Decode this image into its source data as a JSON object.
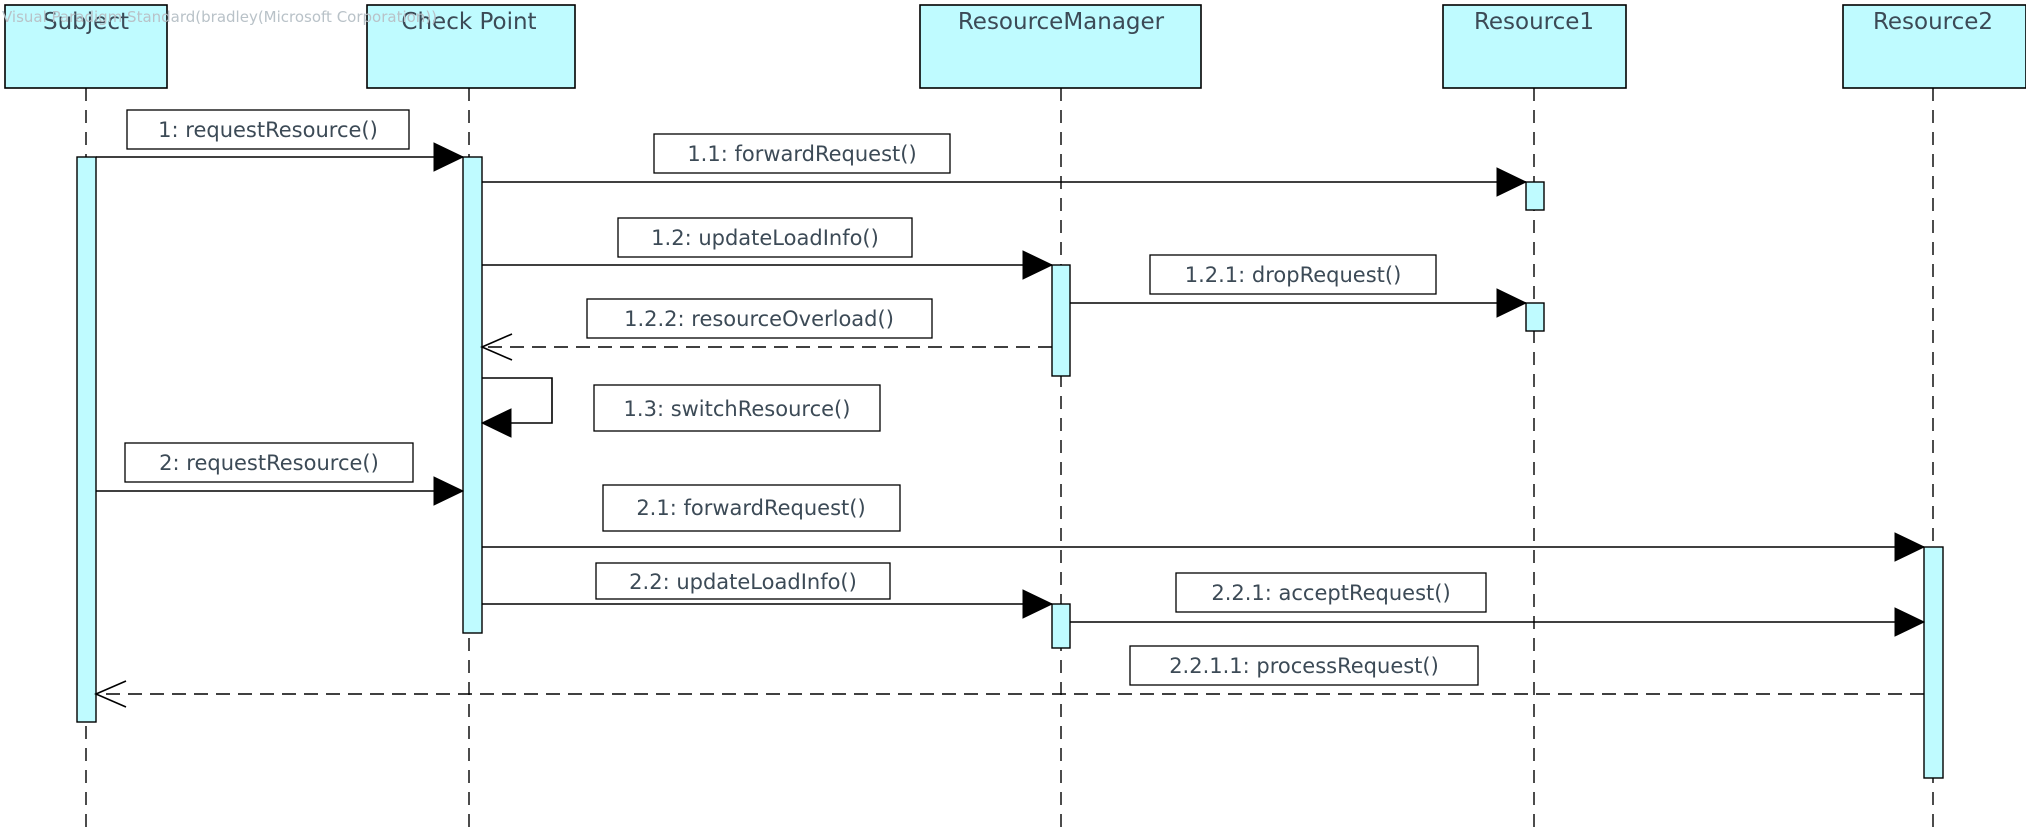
{
  "watermark": "Visual Paradigm Standard(bradley(Microsoft Corporation))",
  "participants": [
    {
      "id": "subject",
      "name": "Subject"
    },
    {
      "id": "checkpoint",
      "name": "Check Point"
    },
    {
      "id": "resourcemanager",
      "name": "ResourceManager"
    },
    {
      "id": "resource1",
      "name": "Resource1"
    },
    {
      "id": "resource2",
      "name": "Resource2"
    }
  ],
  "messages": [
    {
      "id": "m1",
      "label": "1: requestResource()",
      "from": "subject",
      "to": "checkpoint",
      "kind": "sync"
    },
    {
      "id": "m1-1",
      "label": "1.1: forwardRequest()",
      "from": "checkpoint",
      "to": "resource1",
      "kind": "sync"
    },
    {
      "id": "m1-2",
      "label": "1.2: updateLoadInfo()",
      "from": "checkpoint",
      "to": "resourcemanager",
      "kind": "sync"
    },
    {
      "id": "m1-2-1",
      "label": "1.2.1: dropRequest()",
      "from": "resourcemanager",
      "to": "resource1",
      "kind": "sync"
    },
    {
      "id": "m1-2-2",
      "label": "1.2.2: resourceOverload()",
      "from": "resourcemanager",
      "to": "checkpoint",
      "kind": "return"
    },
    {
      "id": "m1-3",
      "label": "1.3: switchResource()",
      "from": "checkpoint",
      "to": "checkpoint",
      "kind": "self"
    },
    {
      "id": "m2",
      "label": "2: requestResource()",
      "from": "subject",
      "to": "checkpoint",
      "kind": "sync"
    },
    {
      "id": "m2-1",
      "label": "2.1: forwardRequest()",
      "from": "checkpoint",
      "to": "resource2",
      "kind": "sync"
    },
    {
      "id": "m2-2",
      "label": "2.2: updateLoadInfo()",
      "from": "checkpoint",
      "to": "resourcemanager",
      "kind": "sync"
    },
    {
      "id": "m2-2-1",
      "label": "2.2.1: acceptRequest()",
      "from": "resourcemanager",
      "to": "resource2",
      "kind": "sync"
    },
    {
      "id": "m2-2-1-1",
      "label": "2.2.1.1: processRequest()",
      "from": "resource2",
      "to": "subject",
      "kind": "return"
    }
  ],
  "colors": {
    "box_fill": "#bffbff",
    "line": "#000000",
    "text": "#3c4a56",
    "watermark": "#b9c2c8"
  }
}
